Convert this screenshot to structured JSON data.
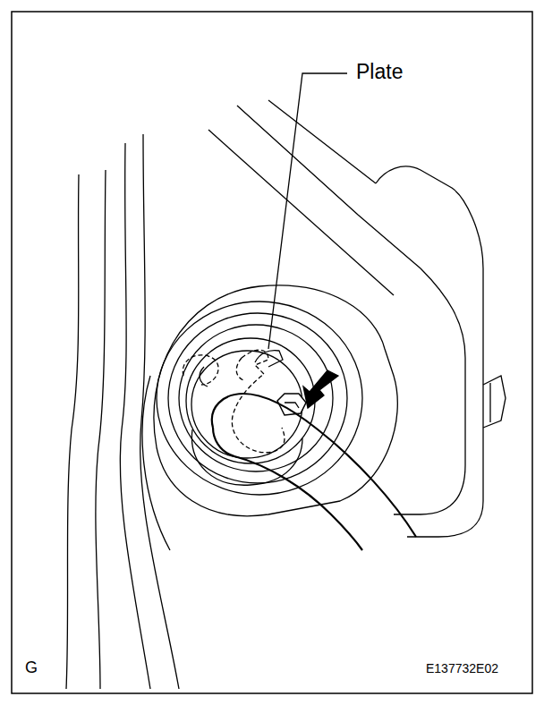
{
  "diagram": {
    "labels": [
      "Plate",
      "G",
      "E137732E02"
    ]
  }
}
